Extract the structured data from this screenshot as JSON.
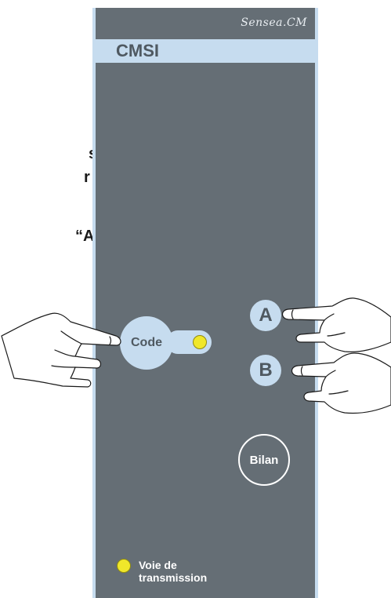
{
  "instructions": {
    "line1": "s",
    "line2": "r :",
    "line3": "“A”"
  },
  "panel": {
    "brand": "Sensea.CM",
    "title": "CMSI"
  },
  "buttons": {
    "code": "Code",
    "a": "A",
    "b": "B",
    "bilan": "Bilan"
  },
  "indicator": {
    "label": "Voie de transmission",
    "led_color": "#f0e72a"
  },
  "colors": {
    "panel": "#656e75",
    "accent": "#c6dcef",
    "title_text": "#4f5961"
  },
  "icons": {
    "left_hand": "hand-pointing-right",
    "right_hand_a": "hand-pointing-left",
    "right_hand_b": "hand-pointing-left"
  }
}
